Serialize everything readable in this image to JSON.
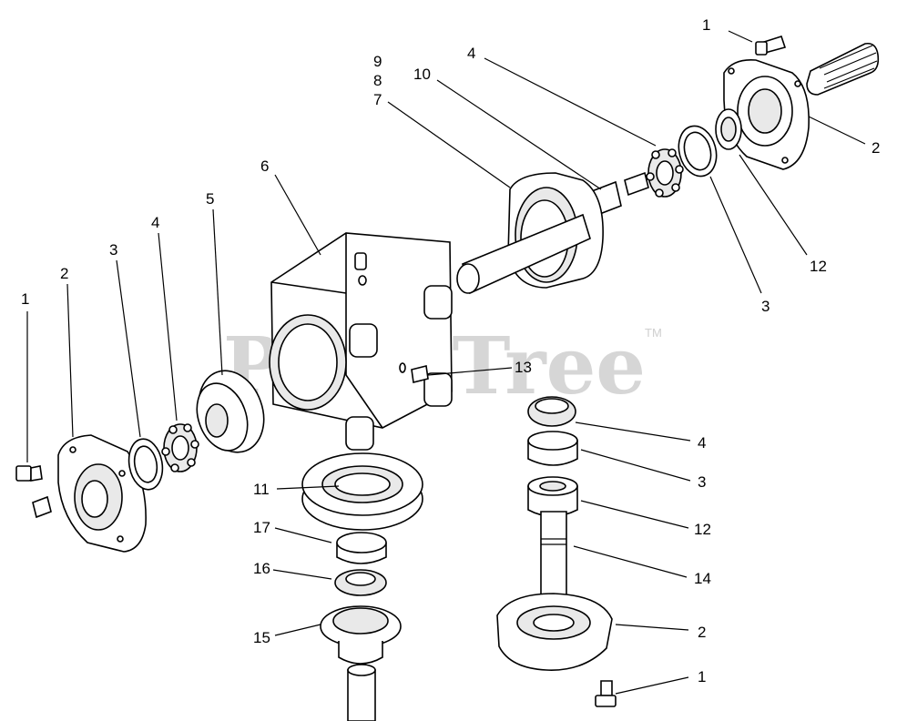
{
  "watermark": {
    "text": "PartsTree",
    "trademark": "TM"
  },
  "callouts": [
    {
      "id": "c-1-topright",
      "text": "1"
    },
    {
      "id": "c-2-topright",
      "text": "2"
    },
    {
      "id": "c-12-topright",
      "text": "12"
    },
    {
      "id": "c-3-topright",
      "text": "3"
    },
    {
      "id": "c-4-top",
      "text": "4"
    },
    {
      "id": "c-10-top",
      "text": "10"
    },
    {
      "id": "c-9-top",
      "text": "9"
    },
    {
      "id": "c-8-top",
      "text": "8"
    },
    {
      "id": "c-7-top",
      "text": "7"
    },
    {
      "id": "c-6-housing",
      "text": "6"
    },
    {
      "id": "c-5-left",
      "text": "5"
    },
    {
      "id": "c-4-left",
      "text": "4"
    },
    {
      "id": "c-3-left",
      "text": "3"
    },
    {
      "id": "c-2-left",
      "text": "2"
    },
    {
      "id": "c-1-left",
      "text": "1"
    },
    {
      "id": "c-13-housing",
      "text": "13"
    },
    {
      "id": "c-11-bottom",
      "text": "11"
    },
    {
      "id": "c-17-bottom",
      "text": "17"
    },
    {
      "id": "c-16-bottom",
      "text": "16"
    },
    {
      "id": "c-15-bottom",
      "text": "15"
    },
    {
      "id": "c-4-right",
      "text": "4"
    },
    {
      "id": "c-3-right",
      "text": "3"
    },
    {
      "id": "c-12-right",
      "text": "12"
    },
    {
      "id": "c-14-right",
      "text": "14"
    },
    {
      "id": "c-2-right",
      "text": "2"
    },
    {
      "id": "c-1-bottomright",
      "text": "1"
    }
  ]
}
